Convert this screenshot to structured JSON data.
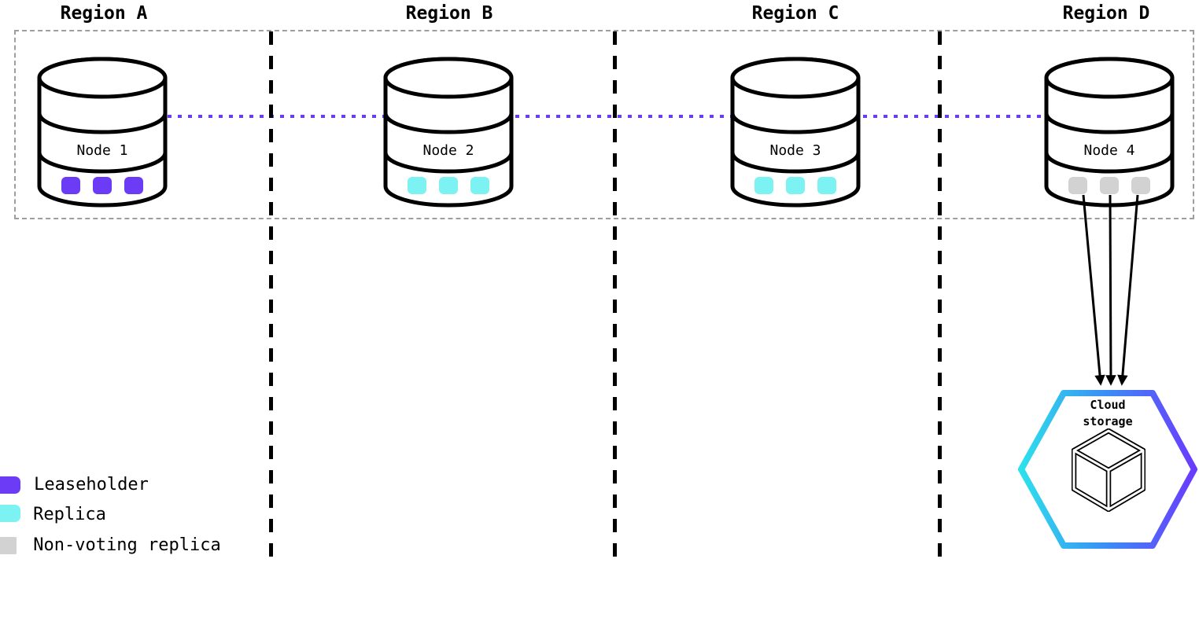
{
  "regions": [
    {
      "label": "Region A",
      "node": {
        "label": "Node 1",
        "replica_type": "leaseholder"
      }
    },
    {
      "label": "Region B",
      "node": {
        "label": "Node 2",
        "replica_type": "replica"
      }
    },
    {
      "label": "Region C",
      "node": {
        "label": "Node 3",
        "replica_type": "replica"
      }
    },
    {
      "label": "Region D",
      "node": {
        "label": "Node 4",
        "replica_type": "non_voting_replica"
      }
    }
  ],
  "cloud_storage": {
    "label": "Cloud storage"
  },
  "legend": {
    "items": [
      {
        "label": "Leaseholder",
        "color": "#6b3bf5"
      },
      {
        "label": "Replica",
        "color": "#7df2f2"
      },
      {
        "label": "Non-voting replica",
        "color": "#d2d2d2"
      }
    ]
  },
  "colors": {
    "leaseholder": "#6b3bf5",
    "replica": "#7df2f2",
    "non_voting_replica": "#d2d2d2",
    "replication_line": "#6b3bf5",
    "region_divider": "#000000",
    "region_boundary": "#9e9e9e",
    "hexagon_gradient_start": "#2de0ec",
    "hexagon_gradient_mid": "#3b8cf5",
    "hexagon_gradient_end": "#6a3bff"
  }
}
